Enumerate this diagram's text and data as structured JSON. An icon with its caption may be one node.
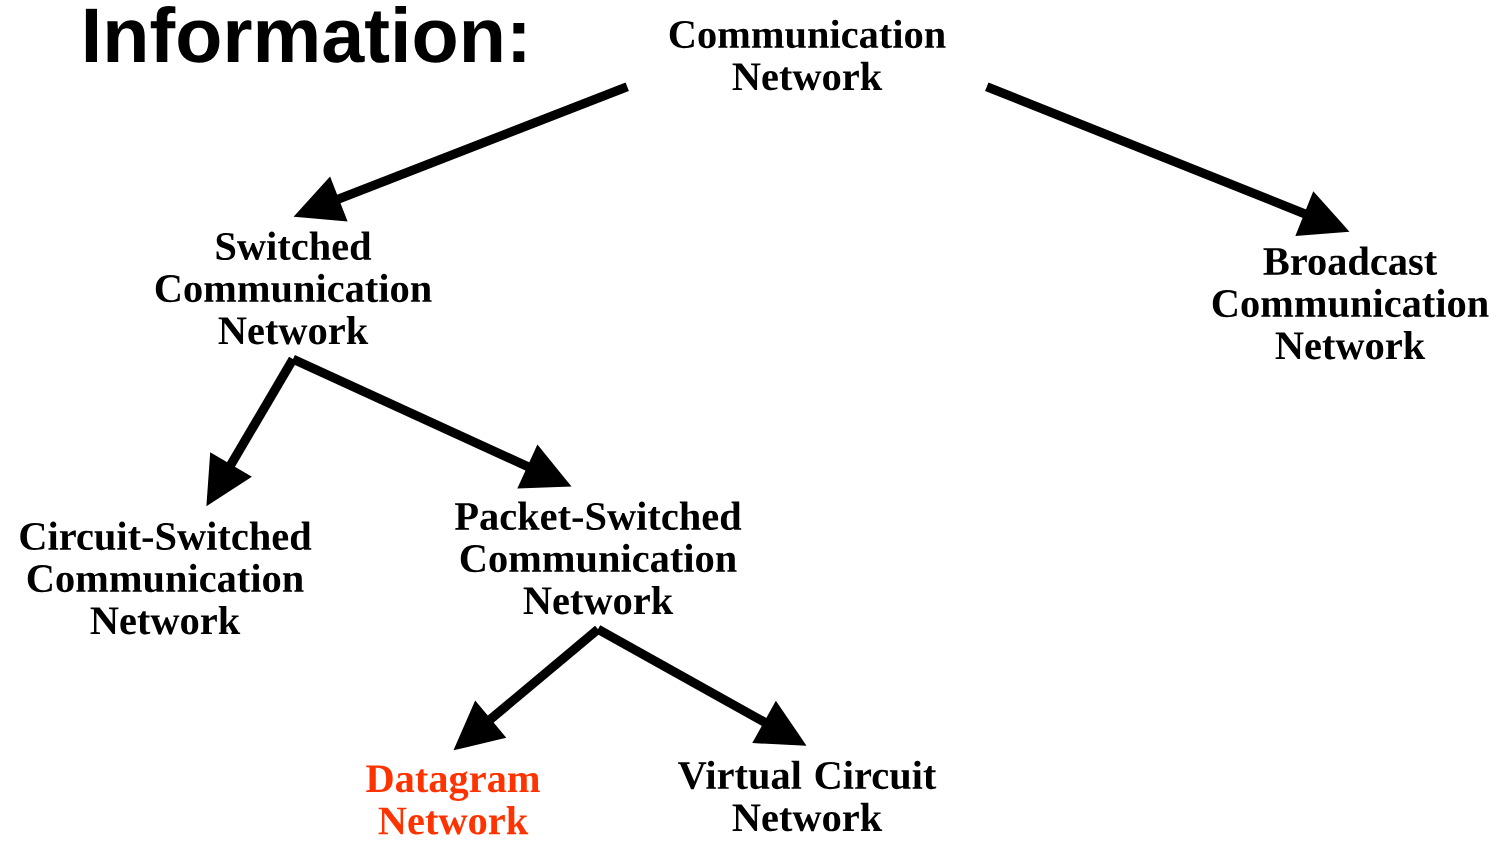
{
  "diagram": {
    "nodes": [
      {
        "text": [
          "Communication Network"
        ]
      },
      {
        "text": [
          "Switched Communication Network"
        ]
      },
      {
        "text": [
          "Broadcast Communication Network"
        ]
      },
      {
        "text": [
          "Circuit-Switched Communication Network"
        ]
      },
      {
        "text": [
          "Packet-Switched Communication Network"
        ]
      },
      {
        "text": [
          "Datagram Network"
        ]
      },
      {
        "text": [
          "Virtual Circuit Network"
        ]
      }
    ],
    "edges": [
      {
        "from": 0,
        "to": 1,
        "arrow": "to"
      },
      {
        "from": 0,
        "to": 2,
        "arrow": "to"
      },
      {
        "from": 1,
        "to": 3,
        "arrow": "to"
      },
      {
        "from": 1,
        "to": 4,
        "arrow": "to"
      },
      {
        "from": 4,
        "to": 5,
        "arrow": "to"
      },
      {
        "from": 4,
        "to": 6,
        "arrow": "to"
      }
    ],
    "labels": [
      "Information:"
    ]
  }
}
